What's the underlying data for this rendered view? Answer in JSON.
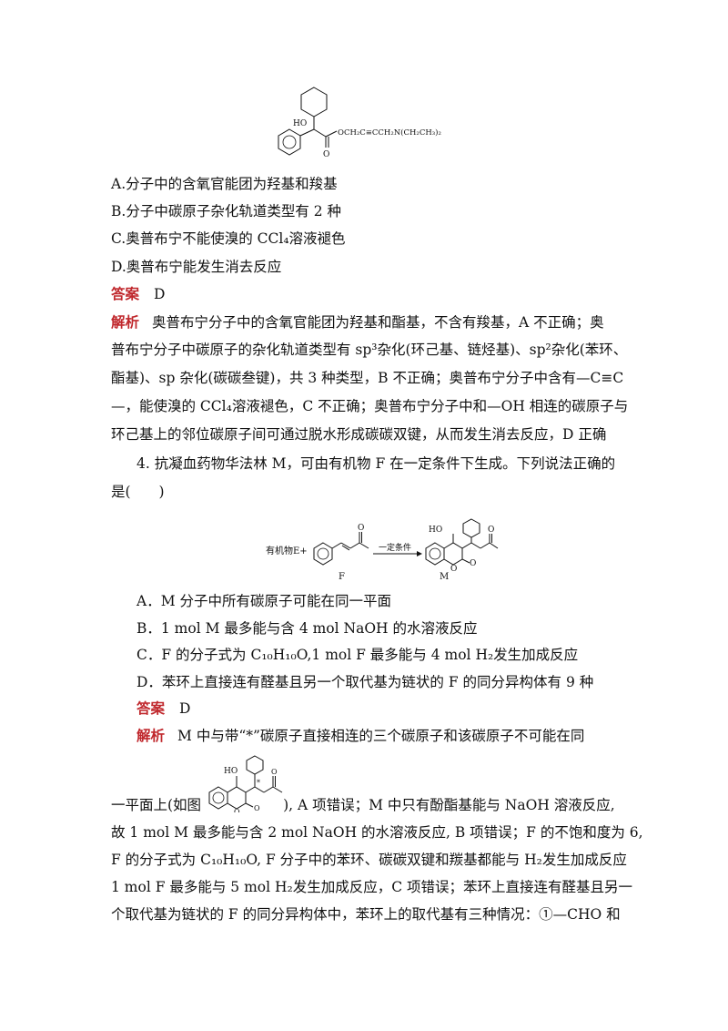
{
  "top_structure": {
    "ho_label": "HO",
    "o_label": "O",
    "chain_label": "OCH₂C≡CCH₂N(CH₂CH₃)₂"
  },
  "q3": {
    "opt_a": "A.分子中的含氧官能团为羟基和羧基",
    "opt_b": "B.分子中碳原子杂化轨道类型有 2 种",
    "opt_c": "C.奥普布宁不能使溴的 CCl₄溶液褪色",
    "opt_d": "D.奥普布宁能发生消去反应",
    "answer_label": "答案",
    "answer_value": "D",
    "analysis_label": "解析",
    "analysis_lines": [
      "奥普布宁分子中的含氧官能团为羟基和酯基，不含有羧基，A 不正确；奥",
      "普布宁分子中碳原子的杂化轨道类型有 sp³杂化(环己基、链烃基)、sp²杂化(苯环、",
      "酯基)、sp 杂化(碳碳叁键)，共 3 种类型，B 不正确；奥普布宁分子中含有—C≡C",
      "—，能使溴的 CCl₄溶液褪色，C 不正确；奥普布宁分子中和—OH 相连的碳原子与",
      "环己基上的邻位碳原子间可通过脱水形成碳碳双键，从而发生消去反应，D 正确"
    ]
  },
  "q4": {
    "stem_line1": "4. 抗凝血药物华法林 M，可由有机物 F 在一定条件下生成。下列说法正确的",
    "stem_line2": "是(　　)",
    "scheme": {
      "reactant_label": "有机物E+",
      "arrow_label": "一定条件",
      "f_label": "F",
      "m_label": "M",
      "ho_label": "HO",
      "o_label": "O"
    },
    "opt_a": "A．M 分子中所有碳原子可能在同一平面",
    "opt_b": "B．1 mol M 最多能与含 4 mol NaOH 的水溶液反应",
    "opt_c": "C．F 的分子式为 C₁₀H₁₀O,1 mol F 最多能与 4 mol H₂发生加成反应",
    "opt_d": "D．苯环上直接连有醛基且另一个取代基为链状的 F 的同分异构体有 9 种",
    "answer_label": "答案",
    "answer_value": "D",
    "analysis_label": "解析",
    "analysis_first": "M 中与带“*”碳原子直接相连的三个碳原子和该碳原子不可能在同",
    "inline_fig": {
      "ho_label": "HO",
      "o_label": "O",
      "star": "*"
    },
    "line_prefix": "一平面上(如图",
    "line_suffix": "), A 项错误；M 中只有酚酯基能与 NaOH 溶液反应,",
    "analysis_lines": [
      "故 1 mol M 最多能与含 2 mol NaOH 的水溶液反应, B 项错误；F 的不饱和度为 6,",
      "F 的分子式为 C₁₀H₁₀O, F 分子中的苯环、碳碳双键和羰基都能与 H₂发生加成反应",
      "1 mol F 最多能与 5 mol H₂发生加成反应，C 项错误；苯环上直接连有醛基且另一",
      "个取代基为链状的 F 的同分异构体中，苯环上的取代基有三种情况：①—CHO 和"
    ]
  }
}
